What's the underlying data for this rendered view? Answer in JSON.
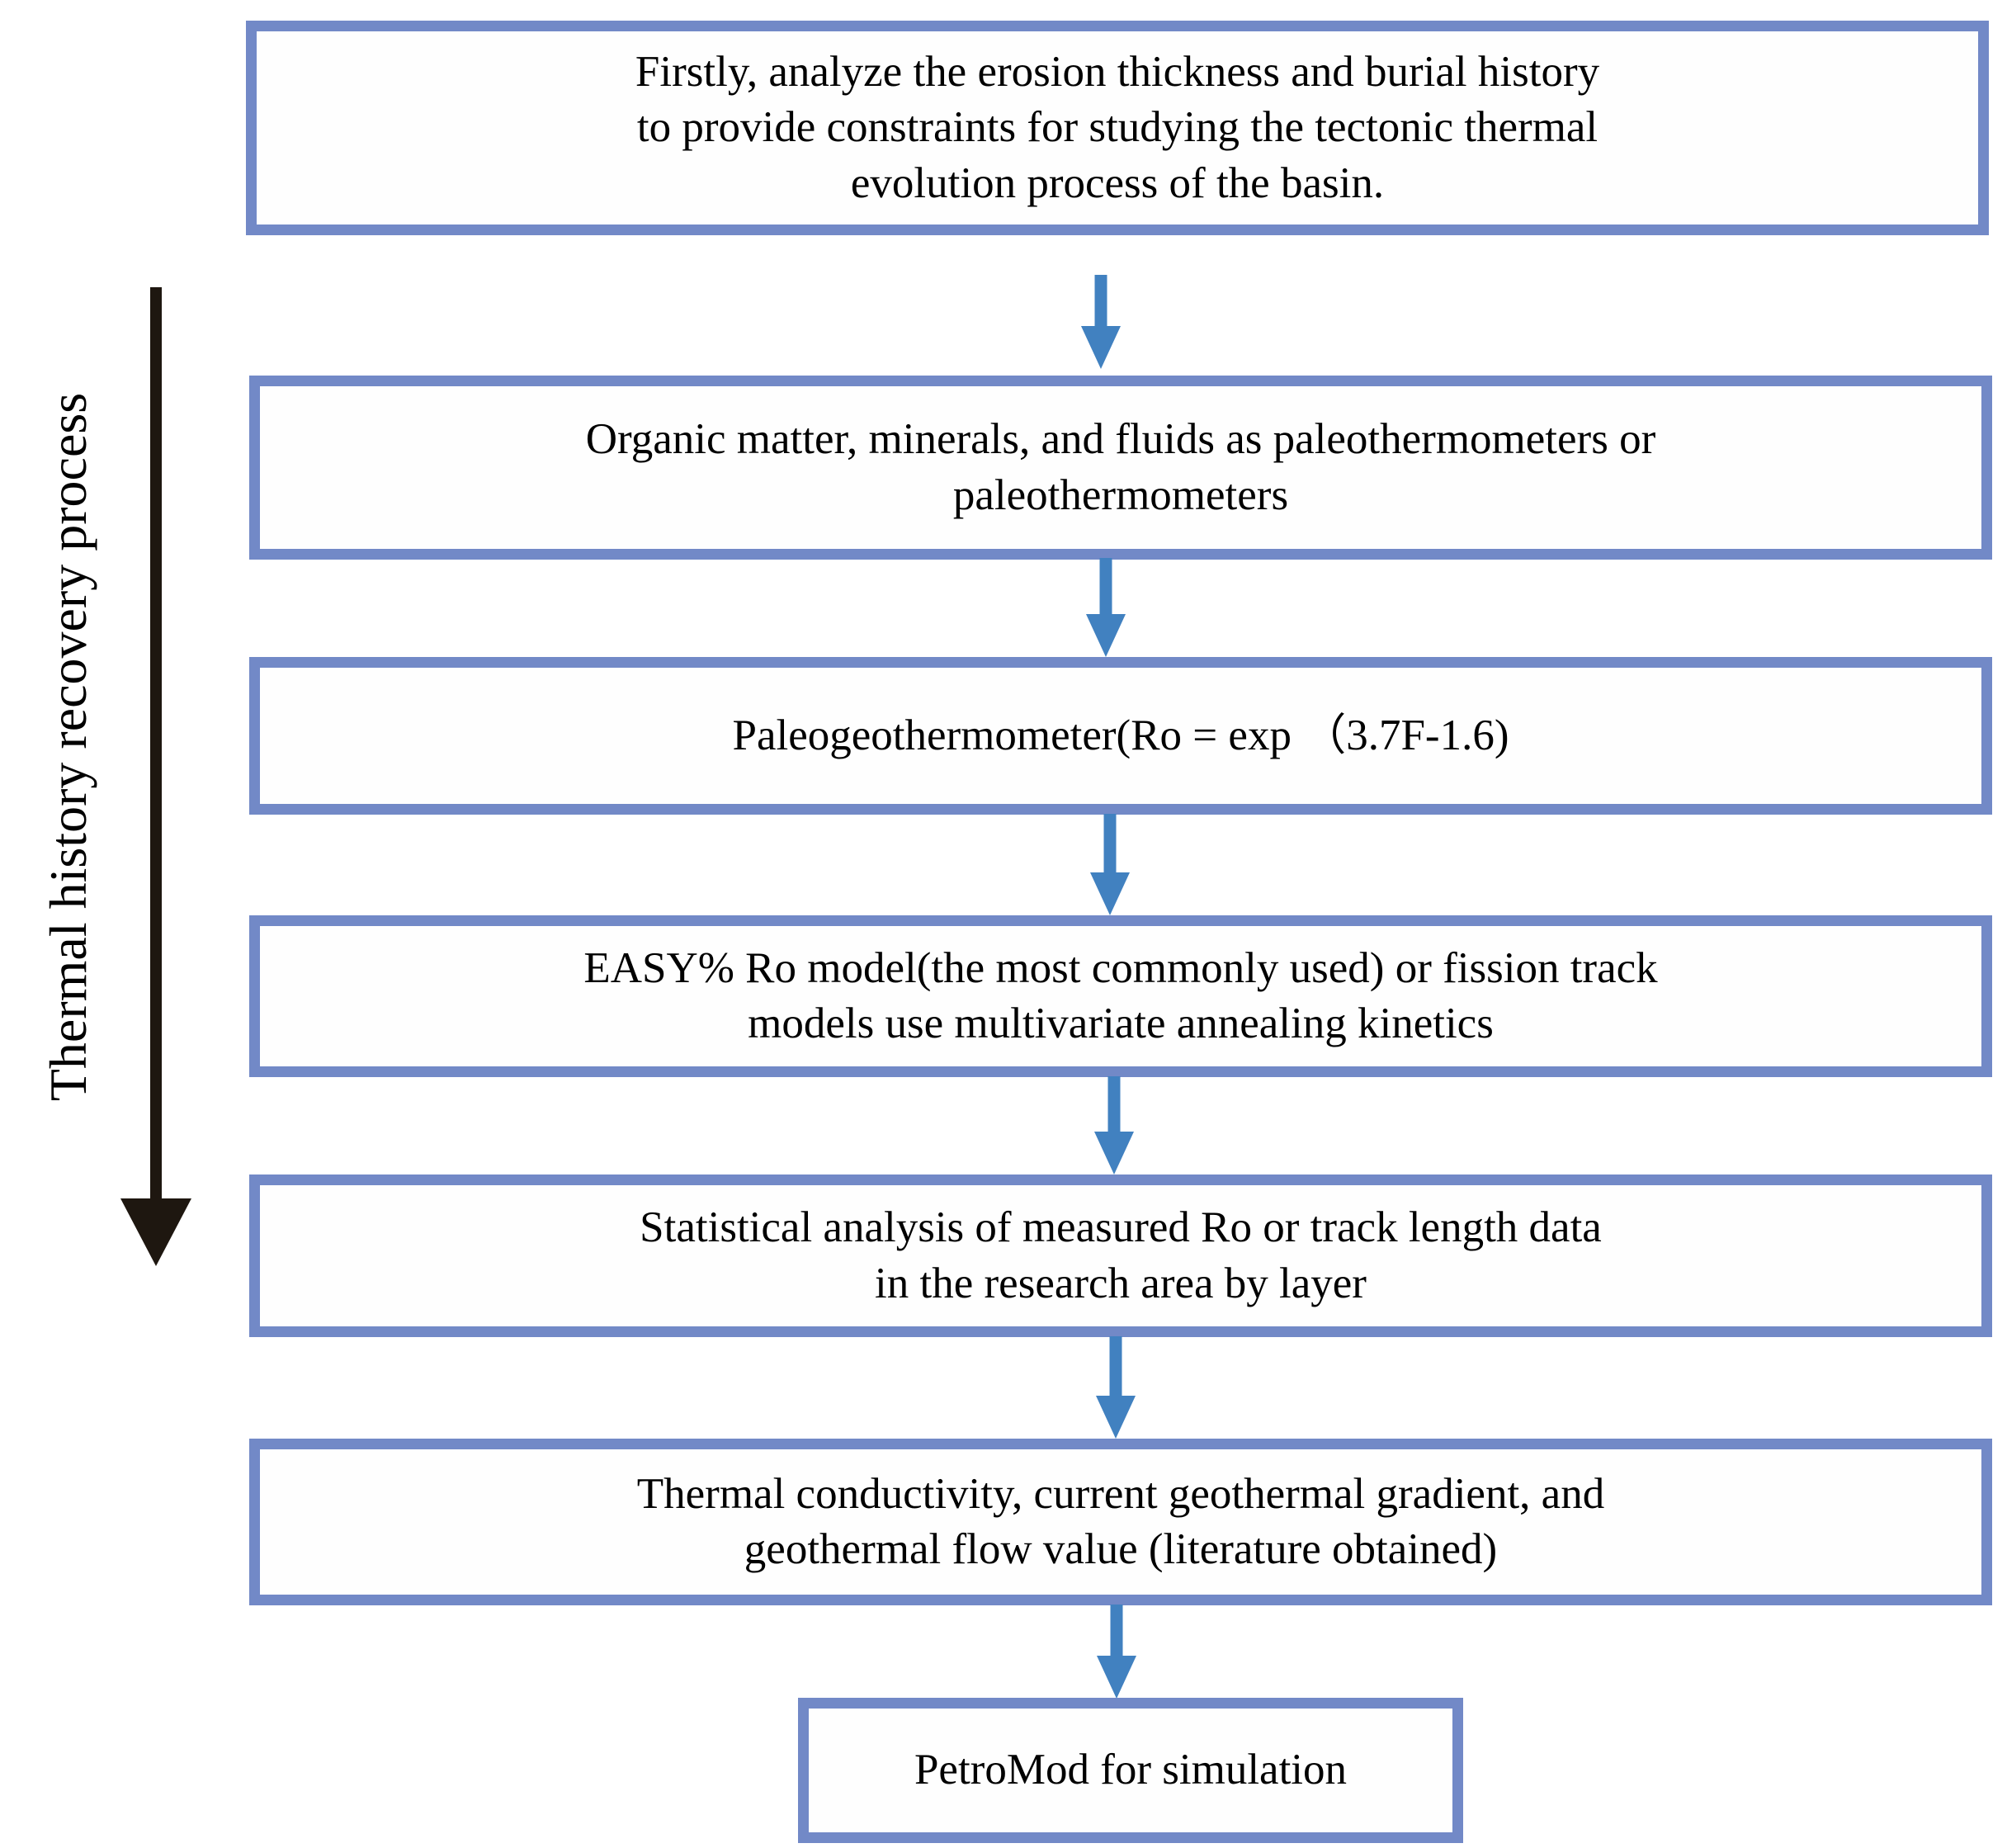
{
  "diagram": {
    "title_none": "",
    "left_label": "Thermal history recovery process",
    "boxes": [
      {
        "id": "analyze-erosion",
        "lines": [
          "Firstly, analyze the erosion thickness and burial history",
          "to provide constraints for studying the tectonic thermal",
          "evolution process of the basin."
        ]
      },
      {
        "id": "organic-matter",
        "lines": [
          "Organic matter, minerals, and fluids as paleothermometers or",
          "paleothermometers"
        ]
      },
      {
        "id": "paleogeothermometer",
        "lines": [
          "Paleogeothermometer(Ro = exp （3.7F-1.6)"
        ]
      },
      {
        "id": "easy-ro-model",
        "lines": [
          "EASY% Ro model(the most commonly used) or fission track",
          "models use multivariate annealing kinetics"
        ]
      },
      {
        "id": "statistical-analysis",
        "lines": [
          "Statistical analysis of measured Ro or track length data",
          "in the research area by layer"
        ]
      },
      {
        "id": "thermal-conductivity",
        "lines": [
          "Thermal conductivity, current geothermal gradient, and",
          "geothermal flow value (literature obtained)"
        ]
      },
      {
        "id": "petromod",
        "lines": [
          "PetroMod for simulation"
        ]
      }
    ],
    "connectors": {
      "count": 6,
      "direction": "down"
    },
    "colors": {
      "box_border": "#7289c7",
      "arrow_blue": "#4181c0",
      "process_arrow_black": "#1e1710",
      "text": "#000000",
      "background": "#ffffff"
    }
  }
}
